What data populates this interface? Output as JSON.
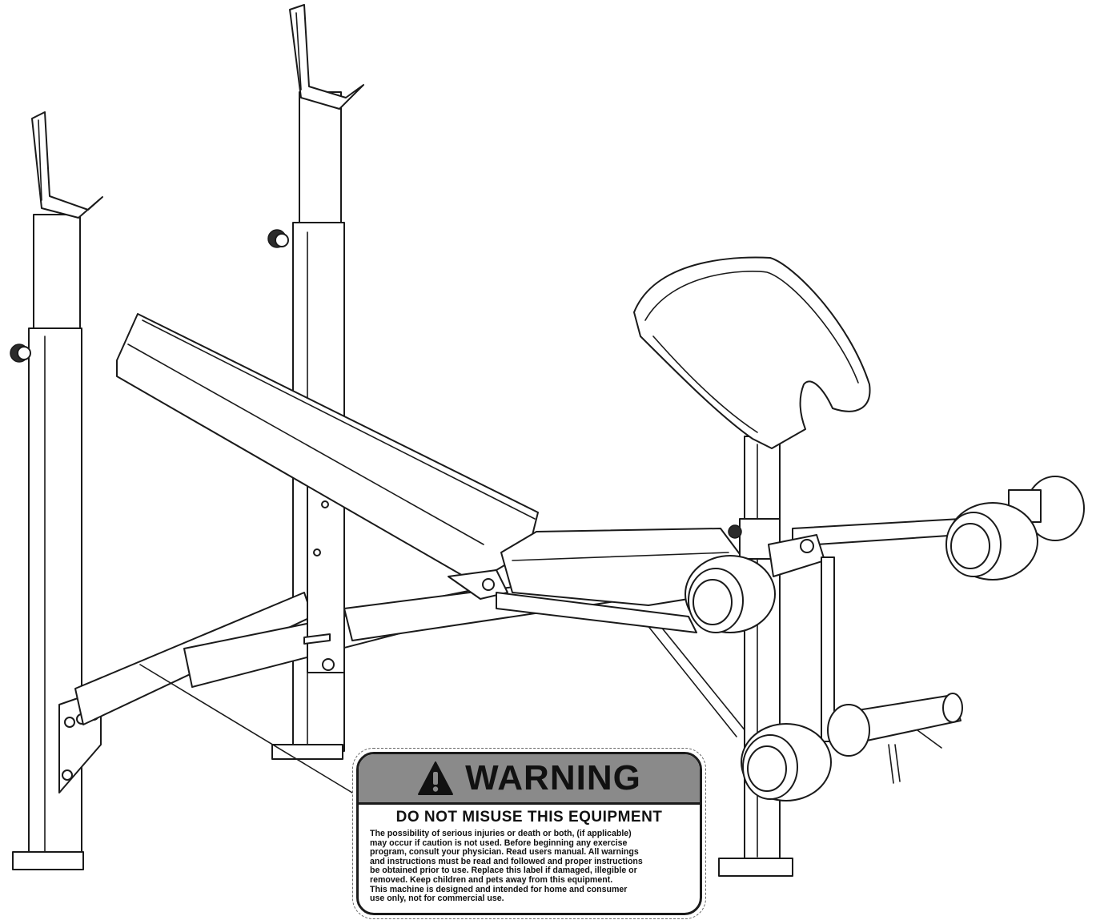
{
  "warning_label": {
    "title": "WARNING",
    "subtitle": "DO NOT MISUSE THIS EQUIPMENT",
    "body_lines": [
      "The possibility of serious injuries or death or both, (if applicable)",
      "may occur if caution is not used. Before beginning any exercise",
      "program, consult your physician. Read users manual. All warnings",
      "and instructions must be read and followed and proper instructions",
      "be obtained prior to use. Replace this label if damaged, illegible or",
      "removed. Keep children and pets away from this equipment.",
      "This machine is designed and intended for home and consumer",
      "use only, not for commercial use."
    ],
    "alert_icon": "exclamation-triangle-icon",
    "header_color": "#8a8a8a"
  }
}
